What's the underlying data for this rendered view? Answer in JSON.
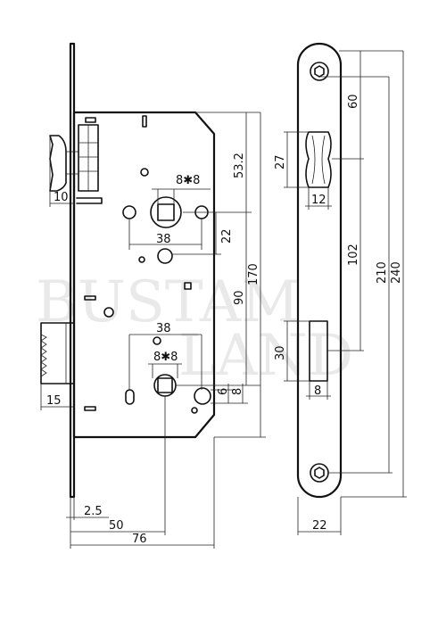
{
  "watermark": {
    "line1": "BUSTAM",
    "line2": "LAND"
  },
  "dimensions": {
    "top_rod_to_keyhole": "53.2",
    "keyhole_square_top": "8✱8",
    "keyhole_width": "38",
    "keyhole_offset": "22",
    "center_to_center": "90",
    "case_height": "170",
    "bottom_width": "38",
    "bottom_square": "8✱8",
    "hole_offset_a": "6",
    "hole_offset_b": "8",
    "latch_depth": "10",
    "bolt_depth": "15",
    "plate_thickness": "2.5",
    "backset": "50",
    "case_depth": "76",
    "plate_latch_offset": "60",
    "plate_latch_height": "27",
    "plate_latch_width": "12",
    "plate_span": "102",
    "plate_screw_span": "210",
    "plate_height": "240",
    "plate_bolt_height": "30",
    "plate_bolt_width": "8",
    "plate_width": "22"
  }
}
